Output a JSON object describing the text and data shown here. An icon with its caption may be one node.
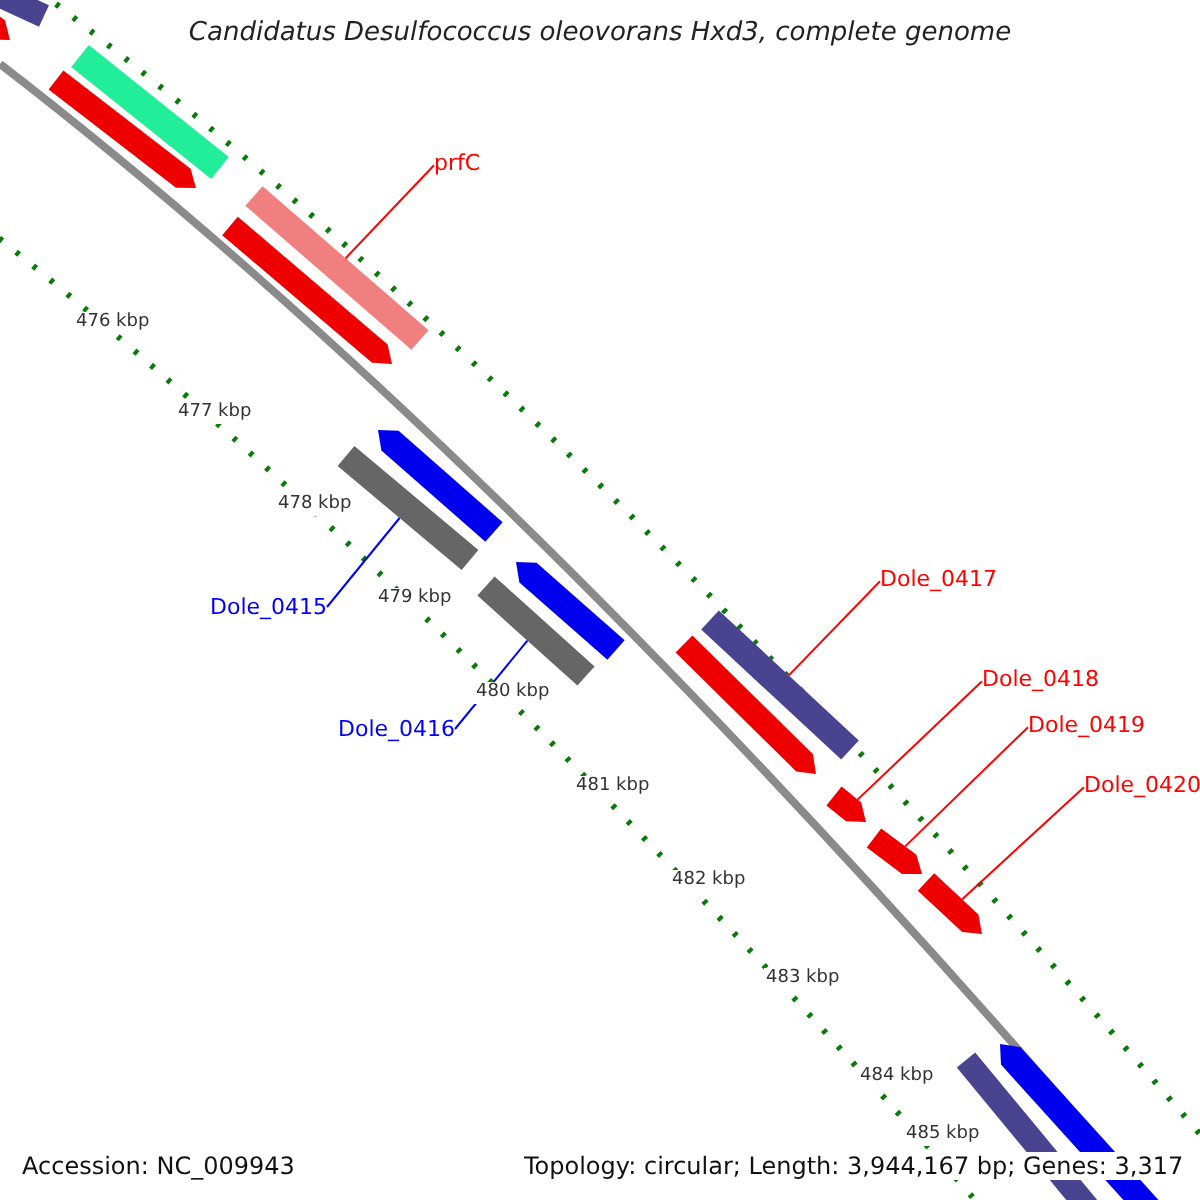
{
  "diagram": {
    "title": "Candidatus Desulfococcus oleovorans Hxd3, complete genome",
    "nodes": [
      {
        "text": [
          "prfC"
        ]
      },
      {
        "text": [],
        "shape": "bar"
      },
      {
        "text": [
          "Dole_0415"
        ]
      },
      {
        "text": [],
        "shape": "bar"
      },
      {
        "text": [
          "Dole_0416"
        ]
      },
      {
        "text": [],
        "shape": "bar"
      },
      {
        "text": [
          "Dole_0417"
        ]
      },
      {
        "text": [],
        "shape": "bar"
      },
      {
        "text": [
          "Dole_0418"
        ]
      },
      {
        "text": [],
        "shape": "arrow"
      },
      {
        "text": [
          "Dole_0419"
        ]
      },
      {
        "text": [],
        "shape": "arrow"
      },
      {
        "text": [
          "Dole_0420"
        ]
      },
      {
        "text": [],
        "shape": "arrow"
      },
      {
        "text": [],
        "shape": "bar"
      },
      {
        "text": [],
        "shape": "arrow"
      },
      {
        "text": [],
        "shape": "bar"
      },
      {
        "text": [],
        "shape": "arrow"
      },
      {
        "text": [],
        "shape": "arrow"
      },
      {
        "text": [],
        "shape": "arrow"
      },
      {
        "text": [],
        "shape": "arrow"
      },
      {
        "text": [],
        "shape": "arrow"
      },
      {
        "text": [],
        "shape": "bar"
      },
      {
        "text": [],
        "shape": "arrow"
      }
    ],
    "edges": [
      {
        "from": 0,
        "to": 1,
        "arrow": "none"
      },
      {
        "from": 2,
        "to": 3,
        "arrow": "none",
        "color": "#0000ff"
      },
      {
        "from": 4,
        "to": 5,
        "arrow": "none",
        "color": "#0000ff"
      },
      {
        "from": 6,
        "to": 7,
        "arrow": "none"
      },
      {
        "from": 8,
        "to": 9,
        "arrow": "none"
      },
      {
        "from": 10,
        "to": 11,
        "arrow": "none"
      },
      {
        "from": 12,
        "to": 13,
        "arrow": "none"
      }
    ],
    "labels": [
      "476 kbp",
      "477 kbp",
      "478 kbp",
      "479 kbp",
      "480 kbp",
      "481 kbp",
      "482 kbp",
      "483 kbp",
      "484 kbp",
      "485 kbp",
      "Accession: NC_009943",
      "Topology: circular; Length: 3,944,167 bp; Genes: 3,317"
    ]
  }
}
